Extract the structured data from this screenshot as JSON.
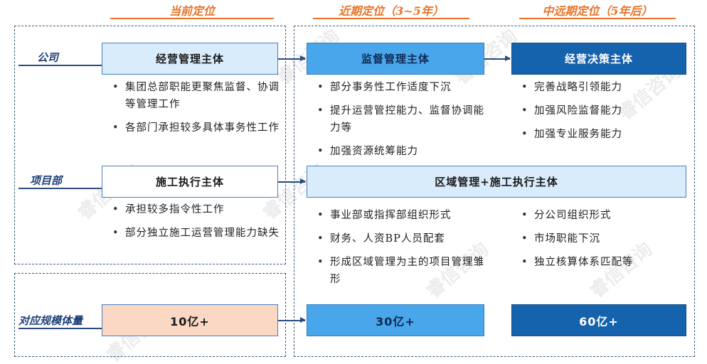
{
  "headers": {
    "current": "当前定位",
    "near": "近期定位（3~5年）",
    "mid_long": "中远期定位（5年后）"
  },
  "row_labels": {
    "company": "公司",
    "project": "项目部",
    "scale": "对应规模体量"
  },
  "current": {
    "company_box": "经营管理主体",
    "company_bullets": [
      "集团总部职能更聚焦监督、协调等管理工作",
      "各部门承担较多具体事务性工作"
    ],
    "project_box": "施工执行主体",
    "project_bullets": [
      "承担较多指令性工作",
      "部分独立施工运营管理能力缺失"
    ],
    "scale_box": "10亿+"
  },
  "near": {
    "company_box": "监督管理主体",
    "company_bullets": [
      "部分事务性工作适度下沉",
      "提升运营管控能力、监督协调能力等",
      "加强资源统筹能力"
    ],
    "project_bullets": [
      "事业部或指挥部组织形式",
      "财务、人资BP人员配套",
      "形成区域管理为主的项目管理雏形"
    ],
    "scale_box": "30亿+"
  },
  "mid_long": {
    "company_box": "经营决策主体",
    "company_bullets": [
      "完善战略引领能力",
      "加强风险监督能力",
      "加强专业服务能力"
    ],
    "project_bullets": [
      "分公司组织形式",
      "市场职能下沉",
      "独立核算体系匹配等"
    ],
    "scale_box": "60亿+"
  },
  "project_shared_box": "区域管理+施工执行主体",
  "watermark": "睿信咨询",
  "colors": {
    "header_orange": "#e8742a",
    "light_blue": "#d9ecfb",
    "mid_blue": "#4aa6ea",
    "dark_blue": "#1562ad",
    "peach": "#fbd8c4",
    "label_navy": "#1f3f78"
  }
}
